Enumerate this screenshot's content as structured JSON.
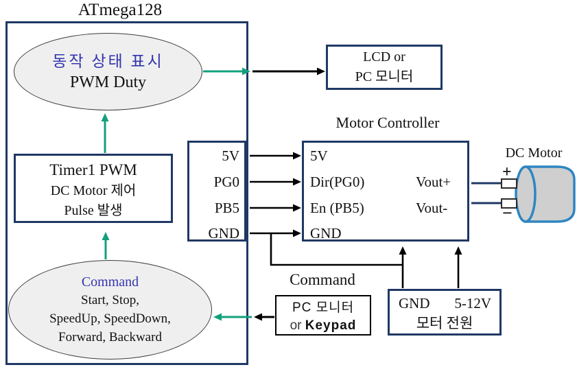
{
  "diagram": {
    "atmega": {
      "title": "ATmega128"
    },
    "status_ellipse": {
      "line1": "동작 상태 표시",
      "line2": "PWM Duty"
    },
    "timer_box": {
      "line1": "Timer1 PWM",
      "line2": "DC Motor 제어",
      "line3": "Pulse 발생"
    },
    "command_ellipse": {
      "title": "Command",
      "items": [
        "Start, Stop,",
        "SpeedUp, SpeedDown,",
        "Forward, Backward"
      ]
    },
    "pin_box": {
      "pins": [
        "5V",
        "PG0",
        "PB5",
        "GND"
      ]
    },
    "lcd_box": {
      "line1": "LCD or",
      "line2": "PC 모니터"
    },
    "motor_controller": {
      "title": "Motor Controller",
      "inputs": [
        "5V",
        "Dir(PG0)",
        "En (PB5)",
        "GND"
      ],
      "outputs": [
        "Vout+",
        "Vout-"
      ]
    },
    "dc_motor": {
      "label": "DC Motor",
      "plus": "+",
      "minus": "−"
    },
    "power_box": {
      "gnd": "GND",
      "voltage": "5-12V",
      "line2": "모터 전원"
    },
    "command_input": {
      "label": "Command",
      "line1": "PC 모니터",
      "or": "or ",
      "keypad": "Keypad"
    }
  },
  "colors": {
    "navy_border": "#1F3864",
    "teal_arrow": "#12A07C",
    "blue_text": "#3434AE",
    "motor_outline": "#2E86C1",
    "ellipse_fill": "#EFEFEF",
    "motor_fill": "#CFCFCF"
  }
}
